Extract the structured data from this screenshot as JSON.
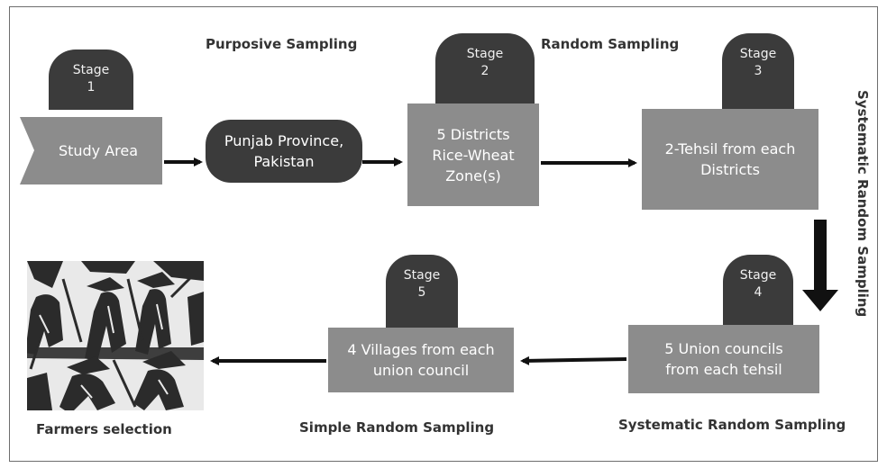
{
  "labels": {
    "purposive": "Purposive Sampling",
    "random": "Random Sampling",
    "systematic_vertical": "Systematic Random Sampling",
    "systematic_bottom": "Systematic Random Sampling",
    "simple_random": "Simple Random Sampling",
    "farmers": "Farmers selection"
  },
  "stages": [
    {
      "word": "Stage",
      "num": "1"
    },
    {
      "word": "Stage",
      "num": "2"
    },
    {
      "word": "Stage",
      "num": "3"
    },
    {
      "word": "Stage",
      "num": "4"
    },
    {
      "word": "Stage",
      "num": "5"
    }
  ],
  "boxes": {
    "study_area": "Study  Area",
    "punjab_line1": "Punjab Province,",
    "punjab_line2": "Pakistan",
    "districts_line1": "5 Districts",
    "districts_line2": "Rice-Wheat",
    "districts_line3": "Zone(s)",
    "tehsil_line1": "2-Tehsil from each",
    "tehsil_line2": "Districts",
    "union_line1": "5 Union councils",
    "union_line2": "from each tehsil",
    "villages_line1": "4 Villages from each",
    "villages_line2": "union council"
  },
  "colors": {
    "dark": "#3b3b3b",
    "gray": "#8c8c8c",
    "text": "#333333"
  }
}
